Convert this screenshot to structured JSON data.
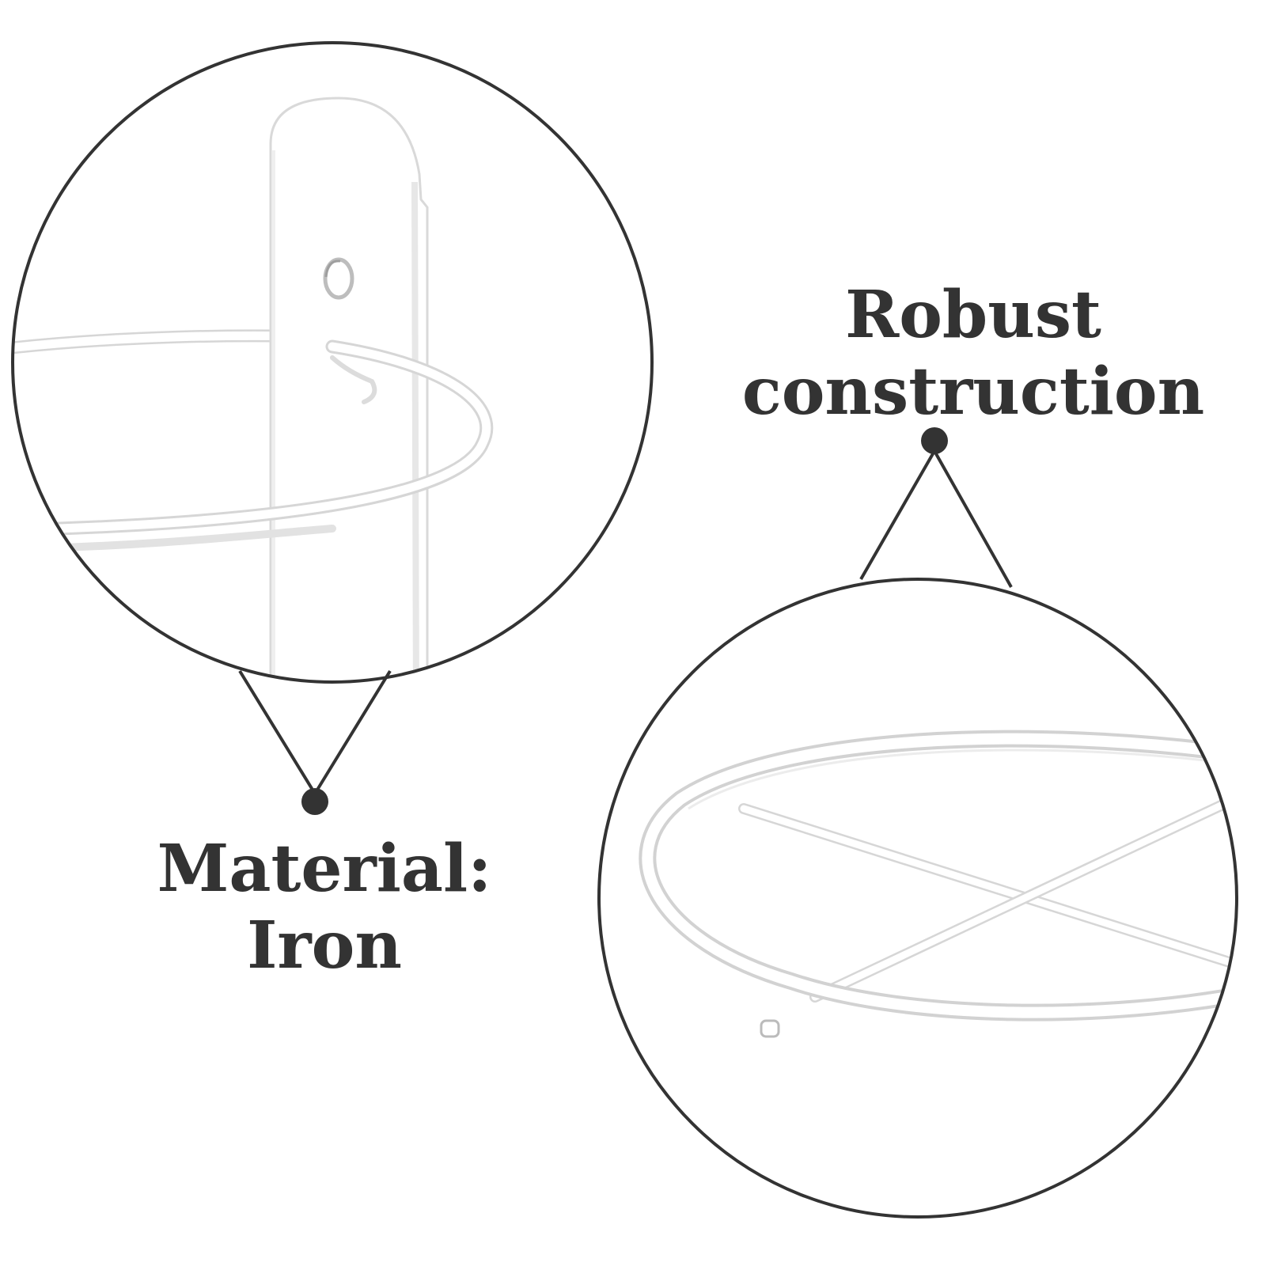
{
  "callouts": {
    "material": {
      "line1": "Material:",
      "line2": "Iron"
    },
    "robust": {
      "line1": "Robust",
      "line2": "construction"
    }
  },
  "colors": {
    "background": "#ffffff",
    "outline": "#333333",
    "text": "#333333",
    "metal": "#ffffff",
    "metal_edge": "#d6d6d6",
    "metal_shade": "#e9e9e9"
  }
}
